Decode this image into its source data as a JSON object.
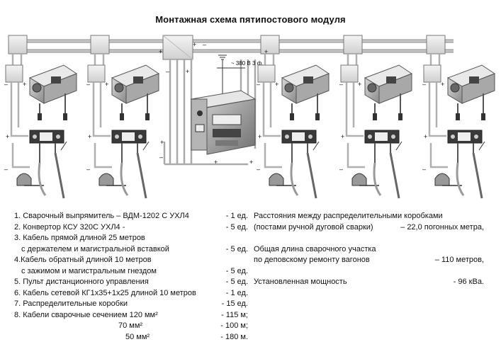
{
  "title": "Монтажная схема  пятипостового модуля",
  "power_label": "~ 380 В 3 ф.",
  "equipment_list": [
    {
      "text": "1. Сварочный выпрямитель – ВДМ-1202 С УХЛ4",
      "qty": "- 1 ед."
    },
    {
      "text": "2. Конвертор КСУ 320С  УХЛ4 -",
      "qty": "- 5 ед."
    },
    {
      "text": "3. Кабель  прямой длиной 25 метров",
      "qty": ""
    },
    {
      "text": "с держателем и магистральной вставкой",
      "qty": "- 5 ед."
    },
    {
      "text": "4.Кабель  обратный  длиной 10 метров",
      "qty": ""
    },
    {
      "text": "с зажимом и магистральным гнездом",
      "qty": "- 5 ед."
    },
    {
      "text": "5. Пульт дистанционного управления",
      "qty": "- 5 ед."
    },
    {
      "text": "6. Кабель сетевой КГ1х35+1х25   длиной 10 метров",
      "qty": "- 1 ед."
    },
    {
      "text": "7. Распределительные коробки",
      "qty": "- 15 ед."
    },
    {
      "text": "8. Кабели  сварочные  сечением  120 мм²",
      "qty": "- 115 м;"
    },
    {
      "text": "70 мм²",
      "qty": "- 100 м;"
    },
    {
      "text": "50 мм²",
      "qty": "- 180 м."
    }
  ],
  "notes": {
    "distance_label_1": "Расстояния между распределительными коробками",
    "distance_label_2": "(постами  ручной дуговой сварки)",
    "distance_value": "– 22,0 погонных метра,",
    "length_label_1": "Общая  длина сварочного участка",
    "length_label_2": "по деповскому ремонту вагонов",
    "length_value": "– 110 метров,",
    "power_label": "Установленная мощность",
    "power_value": "-  96 кВа."
  }
}
